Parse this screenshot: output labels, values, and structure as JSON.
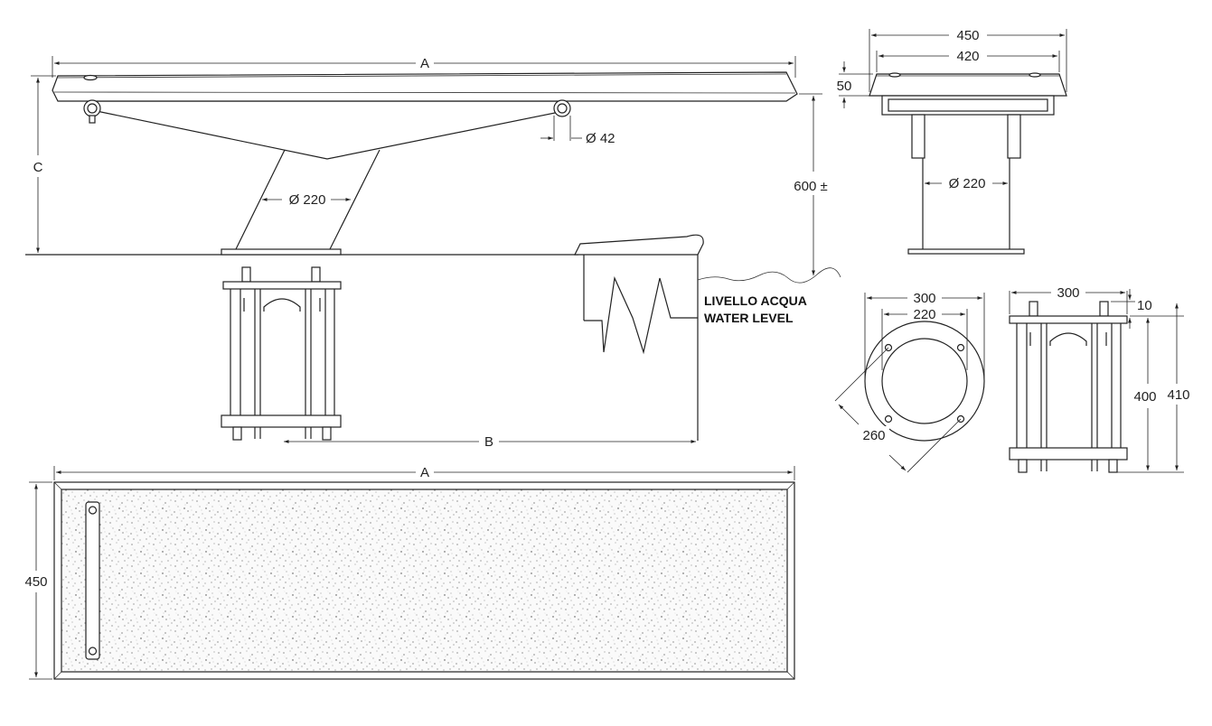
{
  "side_view": {
    "dim_a": "A",
    "dim_b": "B",
    "dim_c": "C",
    "pipe_diameter": "Ø 220",
    "roller_diameter": "Ø 42",
    "height_above_water": "600 ±"
  },
  "water_level": {
    "line1": "LIVELLO ACQUA",
    "line2": "WATER LEVEL"
  },
  "front_view": {
    "outer_width": "450",
    "inner_width": "420",
    "thickness": "50",
    "pipe_diameter": "Ø 220"
  },
  "base_plate": {
    "outer_width": "300",
    "inner_diameter": "220",
    "bolt_circle": "260"
  },
  "anchor_frame": {
    "width": "300",
    "bolt_projection": "10",
    "frame_height": "400",
    "total_height": "410"
  },
  "plan_view": {
    "length": "A",
    "width": "450"
  },
  "colors": {
    "line": "#222222",
    "background": "#ffffff"
  }
}
